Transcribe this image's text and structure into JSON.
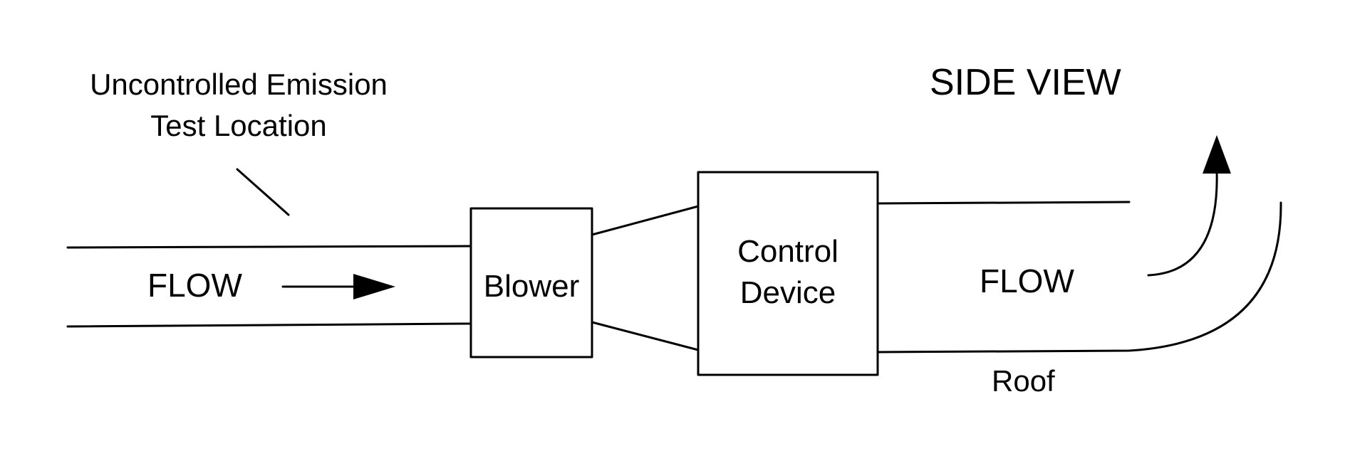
{
  "diagram": {
    "title": "SIDE VIEW",
    "test_location": {
      "line1": "Uncontrolled Emission",
      "line2": "Test Location"
    },
    "inlet_flow_label": "FLOW",
    "blower_label": "Blower",
    "control_device": {
      "line1": "Control",
      "line2": "Device"
    },
    "outlet_flow_label": "FLOW",
    "roof_label": "Roof"
  },
  "colors": {
    "stroke": "#000000",
    "background": "#ffffff"
  }
}
